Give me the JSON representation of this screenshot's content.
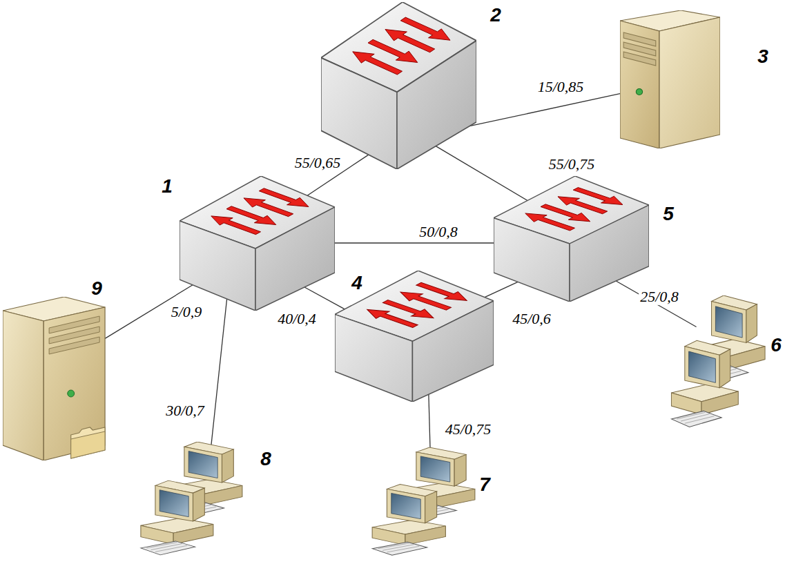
{
  "diagram": {
    "nodes": [
      {
        "text": [
          "2"
        ]
      },
      {
        "text": [
          "3"
        ]
      },
      {
        "text": [
          "1"
        ]
      },
      {
        "text": [
          "5"
        ]
      },
      {
        "text": [
          "4"
        ]
      },
      {
        "text": [
          "9"
        ]
      },
      {
        "text": [
          "6"
        ]
      },
      {
        "text": [
          "8"
        ]
      },
      {
        "text": [
          "7"
        ]
      }
    ],
    "edges": [
      {
        "from": 0,
        "to": 1,
        "arrow": "none",
        "label": "15/0,85"
      },
      {
        "from": 2,
        "to": 0,
        "arrow": "none",
        "label": "55/0,65"
      },
      {
        "from": 0,
        "to": 3,
        "arrow": "none",
        "label": "55/0,75"
      },
      {
        "from": 2,
        "to": 3,
        "arrow": "none",
        "label": "50/0,8"
      },
      {
        "from": 2,
        "to": 4,
        "arrow": "none",
        "label": "40/0,4"
      },
      {
        "from": 4,
        "to": 3,
        "arrow": "none",
        "label": "45/0,6"
      },
      {
        "from": 3,
        "to": 6,
        "arrow": "none",
        "label": "25/0,8"
      },
      {
        "from": 2,
        "to": 5,
        "arrow": "none",
        "label": "5/0,9"
      },
      {
        "from": 2,
        "to": 7,
        "arrow": "none",
        "label": "30/0,7"
      },
      {
        "from": 4,
        "to": 8,
        "arrow": "none",
        "label": "45/0,75"
      }
    ]
  }
}
